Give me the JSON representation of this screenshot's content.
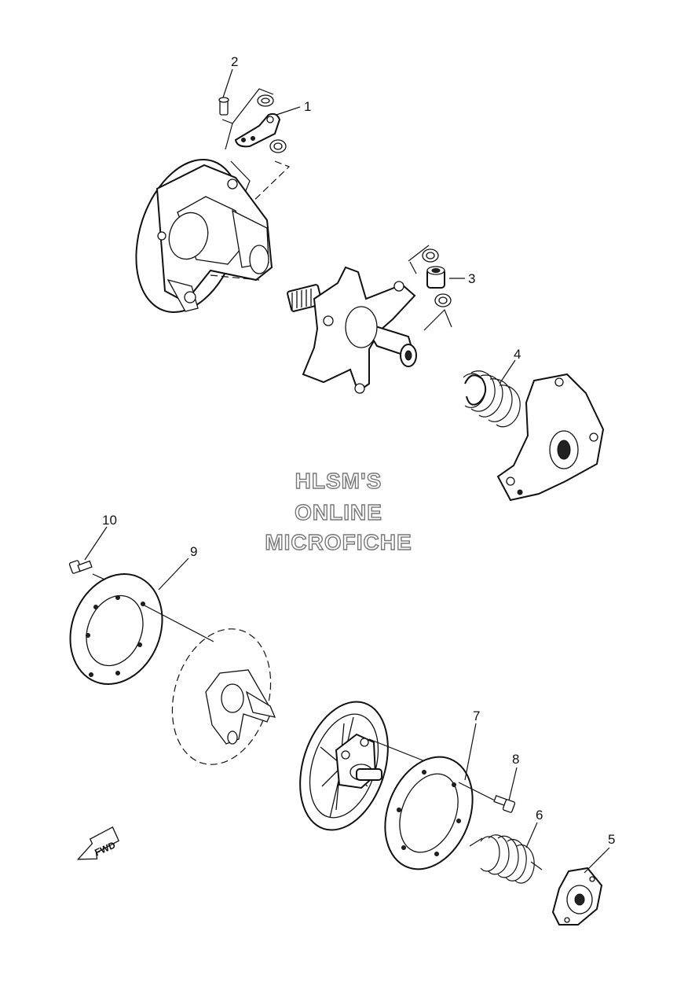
{
  "watermark": {
    "line1": "HLSM'S",
    "line2": "ONLINE",
    "line3": "MICROFICHE"
  },
  "callouts": {
    "c1": "1",
    "c2": "2",
    "c3": "3",
    "c4": "4",
    "c5": "5",
    "c6": "6",
    "c7": "7",
    "c8": "8",
    "c9": "9",
    "c10": "10"
  },
  "fwd_label": "FWD"
}
